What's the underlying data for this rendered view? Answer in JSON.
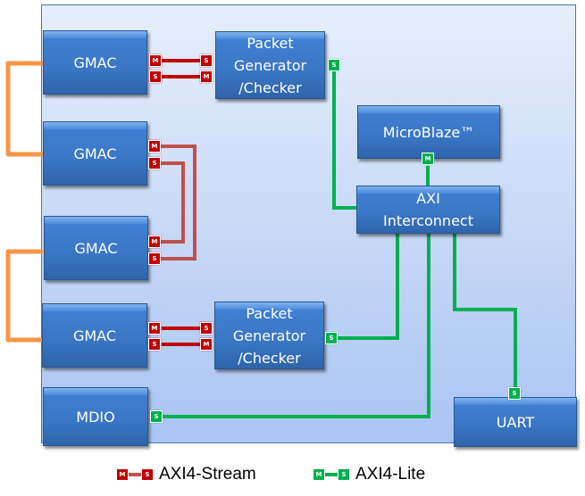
{
  "blocks": {
    "gmac1": "GMAC",
    "gmac2": "GMAC",
    "gmac3": "GMAC",
    "gmac4": "GMAC",
    "pktgen1": "Packet\nGenerator\n/Checker",
    "pktgen2": "Packet\nGenerator\n/Checker",
    "microblaze": "MicroBlaze™",
    "axi": "AXI\nInterconnect",
    "mdio": "MDIO",
    "uart": "UART"
  },
  "ports": {
    "master": "M",
    "slave": "S"
  },
  "colors": {
    "stream": "#c00000",
    "stream_loop": "#c0504d",
    "lite": "#00b050",
    "phy_loop": "#f79646",
    "block": "#3a76c4"
  },
  "legend": {
    "stream_label": "AXI4-Stream",
    "lite_label": "AXI4-Lite"
  }
}
